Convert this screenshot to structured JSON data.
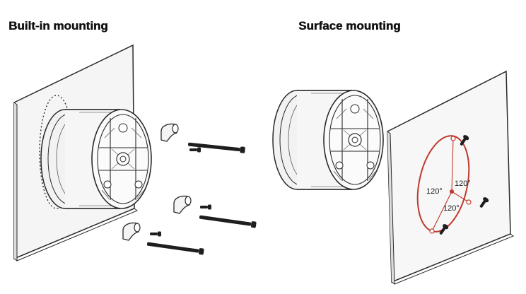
{
  "headings": {
    "builtin": "Built-in mounting",
    "surface": "Surface mounting"
  },
  "angles": [
    "120°",
    "120°",
    "120°"
  ],
  "colors": {
    "line": "#2a2a2a",
    "accent": "#c0392b",
    "fill": "#f4f4f4"
  }
}
